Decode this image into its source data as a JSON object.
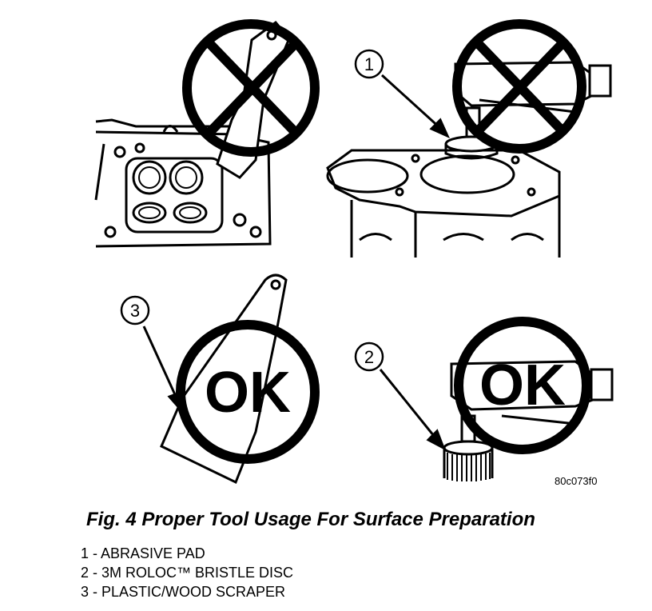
{
  "diagram": {
    "callouts": [
      {
        "num": "1",
        "name": "callout-1"
      },
      {
        "num": "2",
        "name": "callout-2"
      },
      {
        "num": "3",
        "name": "callout-3"
      }
    ],
    "ok_label": "OK",
    "figure_id": "80c073f0"
  },
  "caption": {
    "title": "Fig. 4 Proper Tool Usage For Surface Preparation",
    "legend": [
      "1 - ABRASIVE PAD",
      "2 - 3M ROLOC™ BRISTLE DISC",
      "3 - PLASTIC/WOOD SCRAPER"
    ]
  }
}
